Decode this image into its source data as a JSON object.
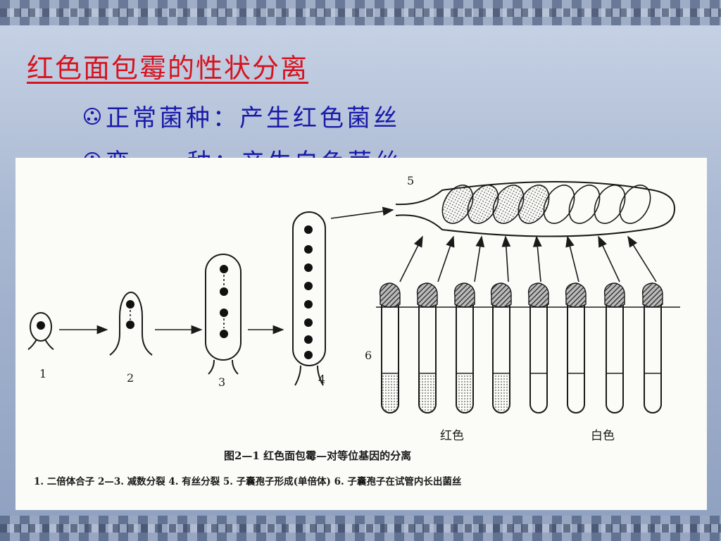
{
  "title": "红色面包霉的性状分离",
  "bullets": [
    {
      "label": "正常菌种：",
      "text": "产生红色菌丝"
    },
    {
      "label": "变",
      "label2": "种：",
      "text": "产生白色菌丝"
    }
  ],
  "figure": {
    "stage_numbers": [
      "1",
      "2",
      "3",
      "4",
      "5",
      "6"
    ],
    "label_red": "红色",
    "label_white": "白色",
    "caption": "图2—1   红色面包霉—对等位基因的分离",
    "legend": "1. 二倍体合子   2—3. 减数分裂   4. 有丝分裂   5. 子囊孢子形成(单倍体)   6. 子囊孢子在试管内长出菌丝"
  }
}
